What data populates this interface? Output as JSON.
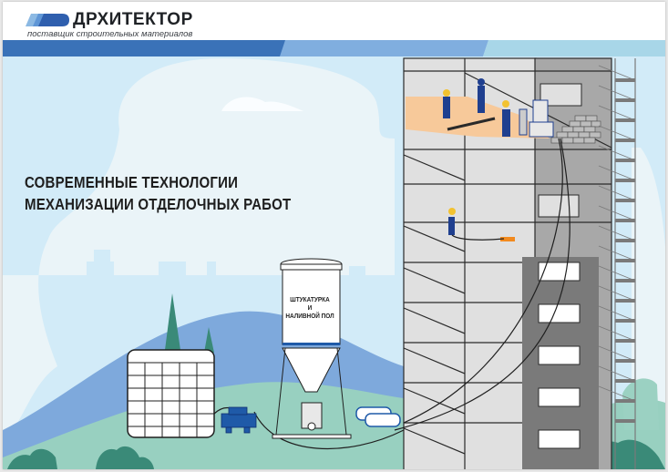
{
  "header": {
    "brand_name": "ДРХИТЕКТОР",
    "tagline": "поставщик строительных материалов"
  },
  "headline": {
    "line1": "СОВРЕМЕННЫЕ ТЕХНОЛОГИИ",
    "line2": "МЕХАНИЗАЦИИ ОТДЕЛОЧНЫХ РАБОТ"
  },
  "silo": {
    "label_line1": "ШТУКАТУРКА",
    "label_line2": "И",
    "label_line3": "НАЛИВНОЙ ПОЛ"
  },
  "colors": {
    "brand_blue": "#3a72b8",
    "light_blue": "#80aedf",
    "sky": "#d2ebf8",
    "cloud": "#eaf4f8",
    "grass": "#98d0c0",
    "tree": "#3a8a78",
    "building_gray": "#d6d6d6",
    "dark_gray": "#7a7a7a",
    "floor_orange": "#f7c99a",
    "worker_blue": "#1f3f8f",
    "worker_yellow": "#f2c230"
  },
  "icons": {
    "logo": "architect-logo-mark",
    "workers": "construction-worker-icon",
    "pump": "plaster-pump-icon",
    "tank": "ibc-water-tank-icon",
    "compressor": "compressor-icon",
    "silo": "material-silo-icon",
    "bags": "material-bag-icon"
  }
}
